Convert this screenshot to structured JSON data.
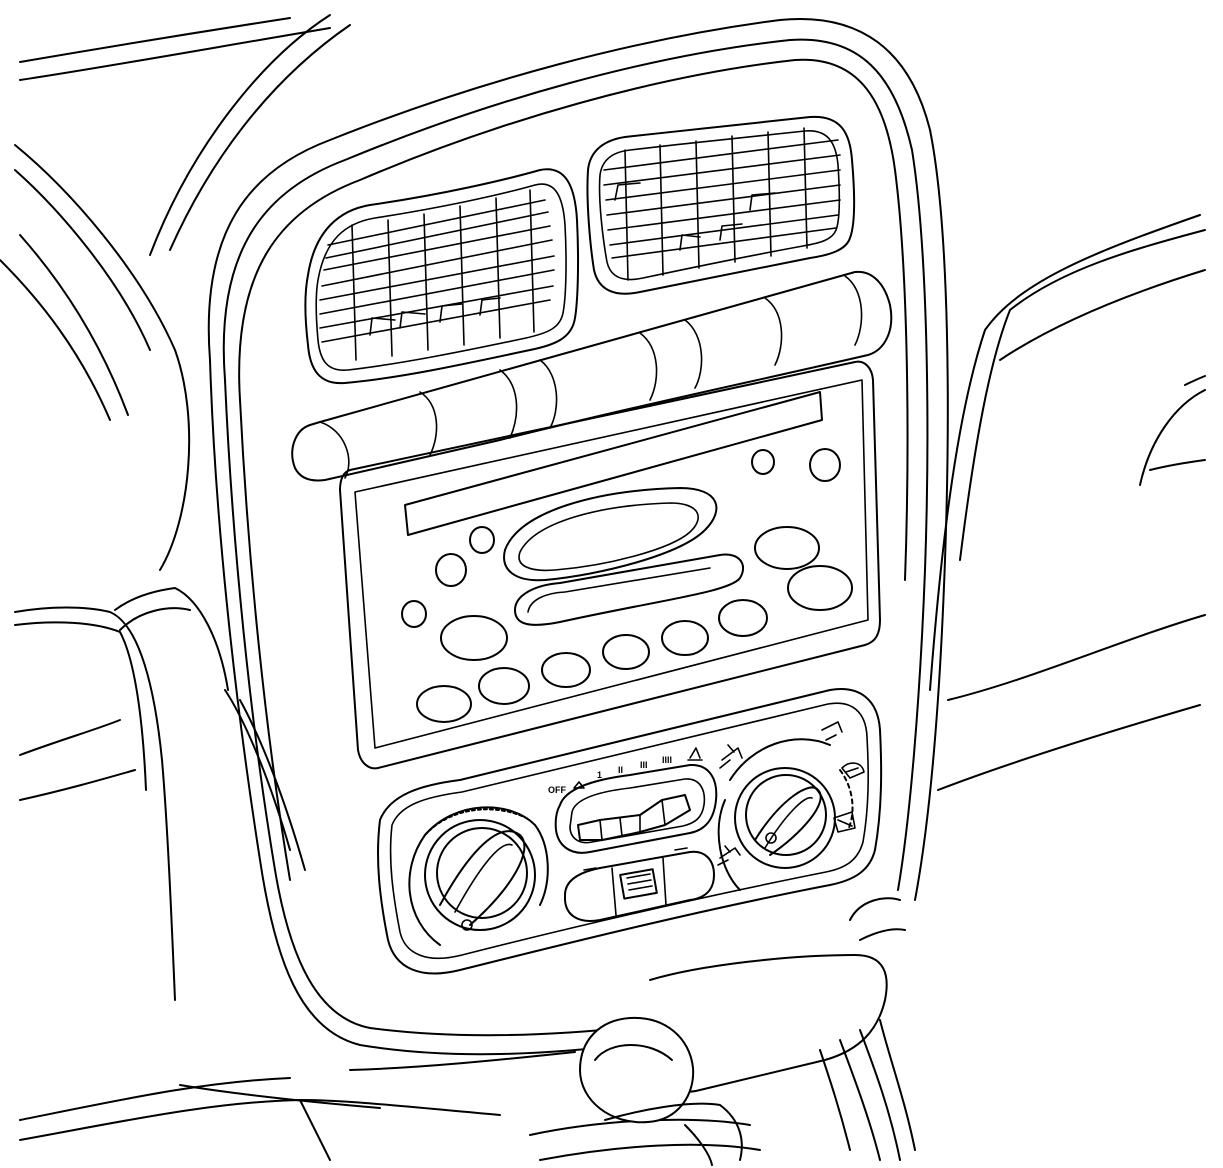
{
  "fan_speed_labels": {
    "off": "OFF",
    "s1": "1",
    "s2": "II",
    "s3": "III",
    "s4": "IIII"
  },
  "icons": {
    "off_indicator": "small-triangle-icon",
    "max_indicator": "fan-max-icon",
    "rear_defrost": "rear-defrost-icon",
    "mode_vent": "vent-mode-icon",
    "mode_bilevel": "bilevel-mode-icon",
    "mode_floor": "floor-mode-icon",
    "mode_defrost_floor": "defrost-floor-icon",
    "mode_defrost": "front-defrost-icon"
  },
  "colors": {
    "line": "#000000",
    "background": "#ffffff"
  }
}
